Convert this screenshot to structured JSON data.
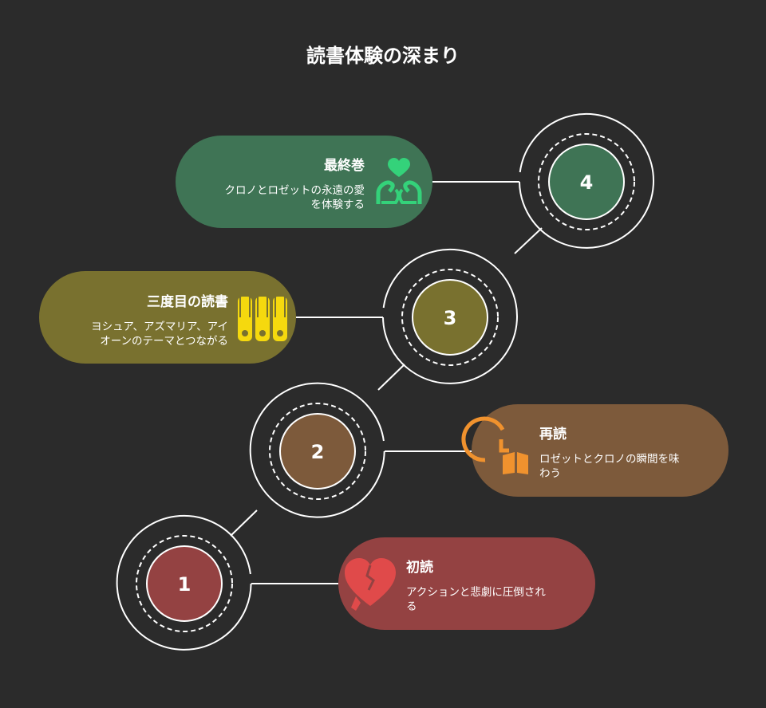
{
  "title": "読書体験の深まり",
  "colors": {
    "background": "#2b2b2b",
    "line": "#ffffff",
    "stage1": "#944242",
    "stage2": "#7d5a3b",
    "stage3": "#79712f",
    "stage4": "#3f7455",
    "icon1": "#e04a4a",
    "icon2": "#f0922e",
    "icon3": "#f5d90e",
    "icon4": "#34d27a"
  },
  "steps": [
    {
      "number": "1",
      "title": "初読",
      "desc_lines": [
        "アクションと悲劇に圧倒され",
        "る"
      ],
      "icon": "broken-heart-icon"
    },
    {
      "number": "2",
      "title": "再読",
      "desc_lines": [
        "ロゼットとクロノの瞬間を味",
        "わう"
      ],
      "icon": "clock-book-icon"
    },
    {
      "number": "3",
      "title": "三度目の読書",
      "desc_lines": [
        "ヨシュア、アズマリア、アイ",
        "オーンのテーマとつながる"
      ],
      "icon": "book-spines-icon"
    },
    {
      "number": "4",
      "title": "最終巻",
      "desc_lines": [
        "クロノとロゼットの永遠の愛",
        "を体験する"
      ],
      "icon": "hands-heart-icon"
    }
  ]
}
